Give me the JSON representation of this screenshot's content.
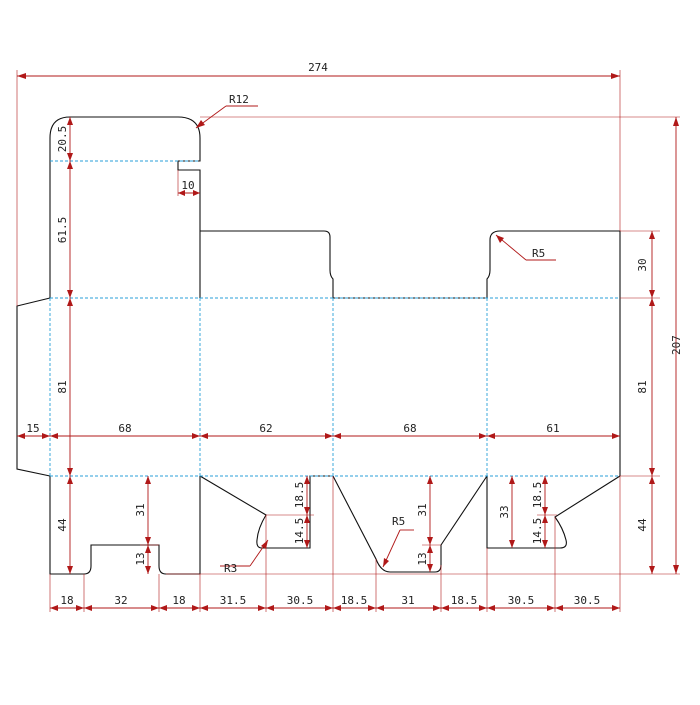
{
  "colors": {
    "cut_line": "#111111",
    "fold_line": "#2a9fd8",
    "dimension": "#b01818",
    "text": "#222222"
  },
  "dims": {
    "overall_width": "274",
    "overall_height": "207",
    "radius_top": "R12",
    "radius_tuck": "R5",
    "radius_lock": "R5",
    "radius_small": "R3",
    "top_flap_tab": "20.5",
    "top_flap_height": "61.5",
    "slot": "10",
    "body_height": "81",
    "glue_flap": "15",
    "panel_1": "68",
    "panel_2": "62",
    "panel_3": "68",
    "panel_4": "61",
    "right_flap": "30",
    "right_body": "81",
    "bottom_depth_left": "44",
    "bottom_depth_right": "44",
    "lock_depth": "31",
    "lock_notch": "13",
    "dust_outer": "18.5",
    "dust_inner": "14.5",
    "center_depth": "31",
    "center_notch": "13",
    "right_depth": "33",
    "right_outer": "18.5",
    "right_inner": "14.5",
    "b_18a": "18",
    "b_32": "32",
    "b_18b": "18",
    "b_31_5": "31.5",
    "b_30_5a": "30.5",
    "b_18_5a": "18.5",
    "b_31": "31",
    "b_18_5b": "18.5",
    "b_30_5b": "30.5",
    "b_30_5c": "30.5"
  }
}
